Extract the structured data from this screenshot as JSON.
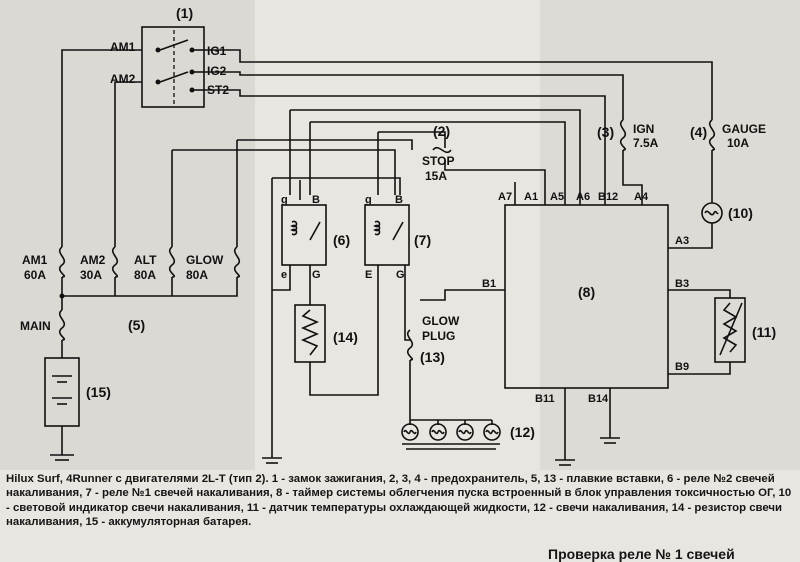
{
  "diagram": {
    "components": {
      "switch_num": "(1)",
      "fuse2_num": "(2)",
      "fuse3_num": "(3)",
      "fuse4_num": "(4)",
      "main_num": "(5)",
      "relay2_num": "(6)",
      "relay1_num": "(7)",
      "timer_num": "(8)",
      "indicator_num": "(10)",
      "sensor_num": "(11)",
      "plugs_num": "(12)",
      "plug13_num": "(13)",
      "resistor_num": "(14)",
      "battery_num": "(15)"
    },
    "switch_terminals": {
      "am1": "AM1",
      "am2": "AM2",
      "ig1": "IG1",
      "ig2": "IG2",
      "st2": "ST2"
    },
    "fuses": {
      "stop_name": "STOP",
      "stop_rating": "15A",
      "ign_name": "IGN",
      "ign_rating": "7.5A",
      "gauge_name": "GAUGE",
      "gauge_rating": "10A"
    },
    "fusible_links": {
      "am1_name": "AM1",
      "am1_rating": "60A",
      "am2_name": "AM2",
      "am2_rating": "30A",
      "alt_name": "ALT",
      "alt_rating": "80A",
      "glow_name": "GLOW",
      "glow_rating": "80A",
      "main_name": "MAIN"
    },
    "relay_pins": {
      "r6_g": "g",
      "r6_b": "B",
      "r6_e": "e",
      "r6_G": "G",
      "r7_g": "g",
      "r7_b": "B",
      "r7_E": "E",
      "r7_G": "G"
    },
    "timer_pins": {
      "a7": "A7",
      "a1": "A1",
      "a5": "A5",
      "a6": "A6",
      "b12": "B12",
      "a4": "A4",
      "a3": "A3",
      "b1": "B1",
      "b3": "B3",
      "b9": "B9",
      "b11": "B11",
      "b14": "B14"
    },
    "glow_plug_line1": "GLOW",
    "glow_plug_line2": "PLUG"
  },
  "caption": {
    "title": "Hilux Surf, 4Runner с двигателями 2L-T (тип 2).",
    "text": " 1 - замок зажигания, 2, 3, 4 - предохранитель, 5, 13 - плавкие вставки, 6 - реле №2 свечей накаливания, 7 - реле №1 свечей накаливания, 8 - таймер системы облегчения пуска встроенный в блок управления токсичностью ОГ, 10 - световой индикатор свечи накаливания, 11 - датчик температуры охлаждающей жидкости, 12 - свечи накаливания, 14 - резистор свечи накаливания, 15 - аккумуляторная батарея."
  },
  "footer_heading": "Проверка реле № 1 свечей"
}
